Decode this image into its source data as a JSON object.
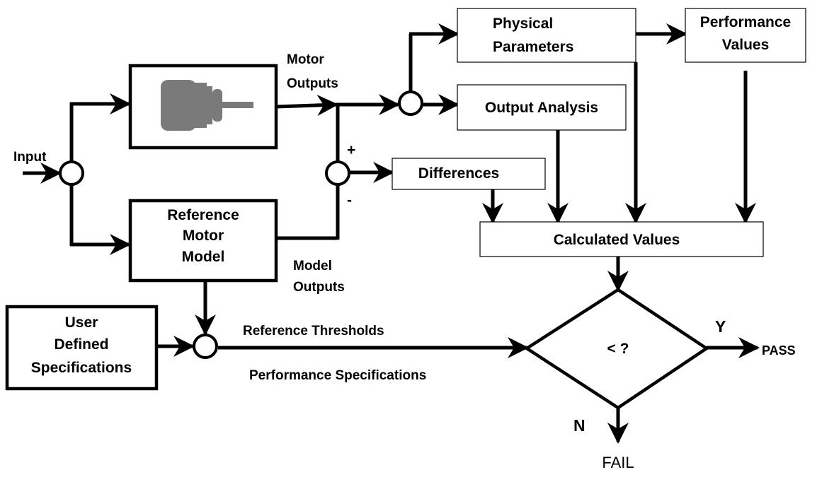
{
  "labels": {
    "input": "Input",
    "motor_outputs_1": "Motor",
    "motor_outputs_2": "Outputs",
    "model_outputs_1": "Model",
    "model_outputs_2": "Outputs",
    "plus": "+",
    "minus": "-",
    "reference_thresholds": "Reference Thresholds",
    "performance_specifications": "Performance Specifications",
    "yes": "Y",
    "no": "N",
    "pass": "PASS",
    "fail": "FAIL"
  },
  "boxes": {
    "motor_icon": "motor-icon",
    "reference_model": [
      "Reference",
      "Motor",
      "Model"
    ],
    "user_defined": [
      "User",
      "Defined",
      "Specifications"
    ],
    "physical_parameters": [
      "Physical",
      "Parameters"
    ],
    "performance_values": [
      "Performance",
      "Values"
    ],
    "output_analysis": "Output Analysis",
    "differences": "Differences",
    "calculated_values": "Calculated Values",
    "decision": "< ?"
  },
  "colors": {
    "stroke": "#000000",
    "motor_body": "#7a7a7a",
    "background": "#ffffff"
  }
}
